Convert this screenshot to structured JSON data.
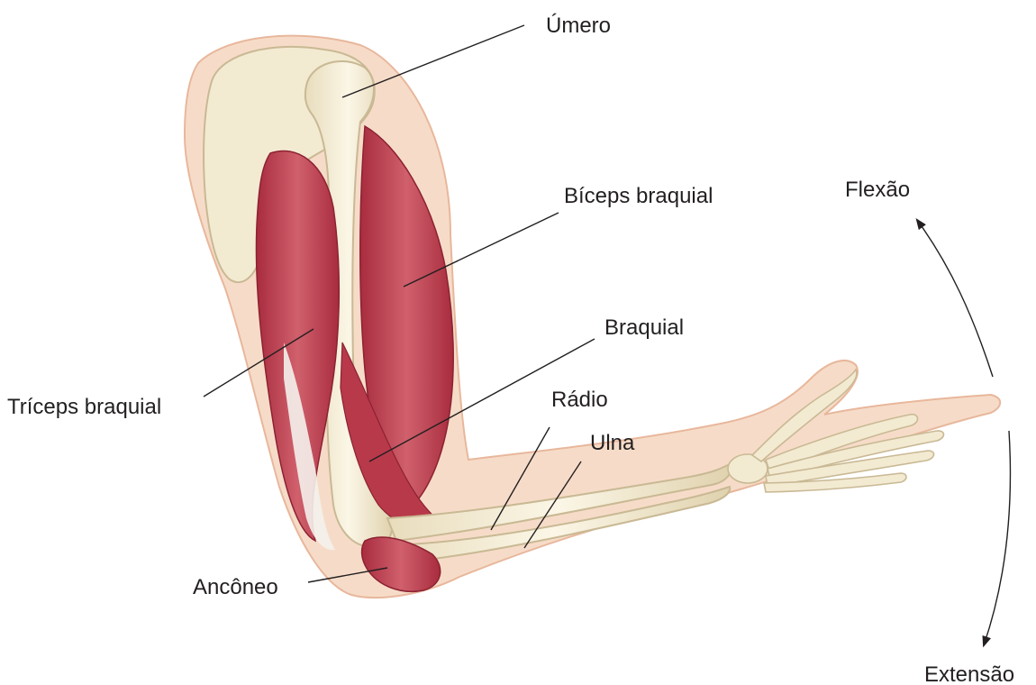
{
  "labels": {
    "umero": "Úmero",
    "biceps": "Bíceps braquial",
    "braquial": "Braquial",
    "triceps": "Tríceps braquial",
    "radio": "Rádio",
    "ulna": "Ulna",
    "anconeo": "Ancôneo",
    "flexao": "Flexão",
    "extensao": "Extensão"
  },
  "colors": {
    "skin": "#f6dcc8",
    "skin_edge": "#e8b79c",
    "bone": "#f3ead2",
    "bone_edge": "#c9b994",
    "muscle": "#c2404f",
    "muscle_light": "#dd7a84",
    "tendon": "#f4f1ec"
  }
}
